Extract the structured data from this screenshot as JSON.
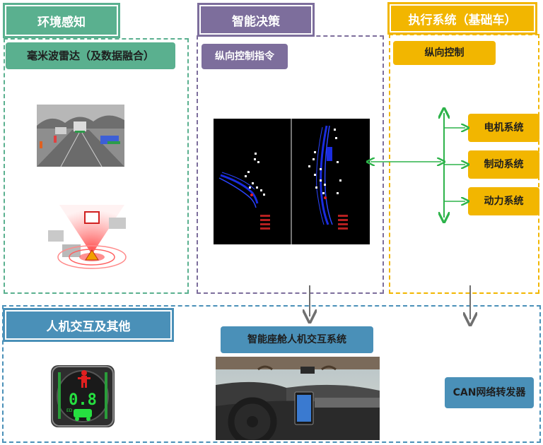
{
  "sections": {
    "env": {
      "title": "环境感知",
      "color": "#5ab08f",
      "sub": "毫米波雷达（及数据融合）"
    },
    "decision": {
      "title": "智能决策",
      "color": "#7d6e9c",
      "sub": "纵向控制指令"
    },
    "exec": {
      "title": "执行系统（基础车）",
      "color": "#f2b600",
      "sub": "纵向控制",
      "items": [
        "电机系统",
        "制动系统",
        "动力系统"
      ]
    },
    "hmi": {
      "title": "人机交互及其他",
      "color": "#4a90b8",
      "cockpit_label": "智能座舱人机交互系统",
      "can_label": "CAN网络转发器"
    }
  },
  "icons": {
    "camera": "camera-view-image",
    "radar": "radar-detection-icon",
    "lidar": "lidar-pointcloud-image",
    "traffic": "traffic-light-countdown-icon",
    "cockpit": "cockpit-interior-image"
  },
  "traffic_display": {
    "countdown": "0.8",
    "small": "ED"
  },
  "colors": {
    "green_arrow": "#2db34a",
    "gray_arrow": "#707070"
  }
}
